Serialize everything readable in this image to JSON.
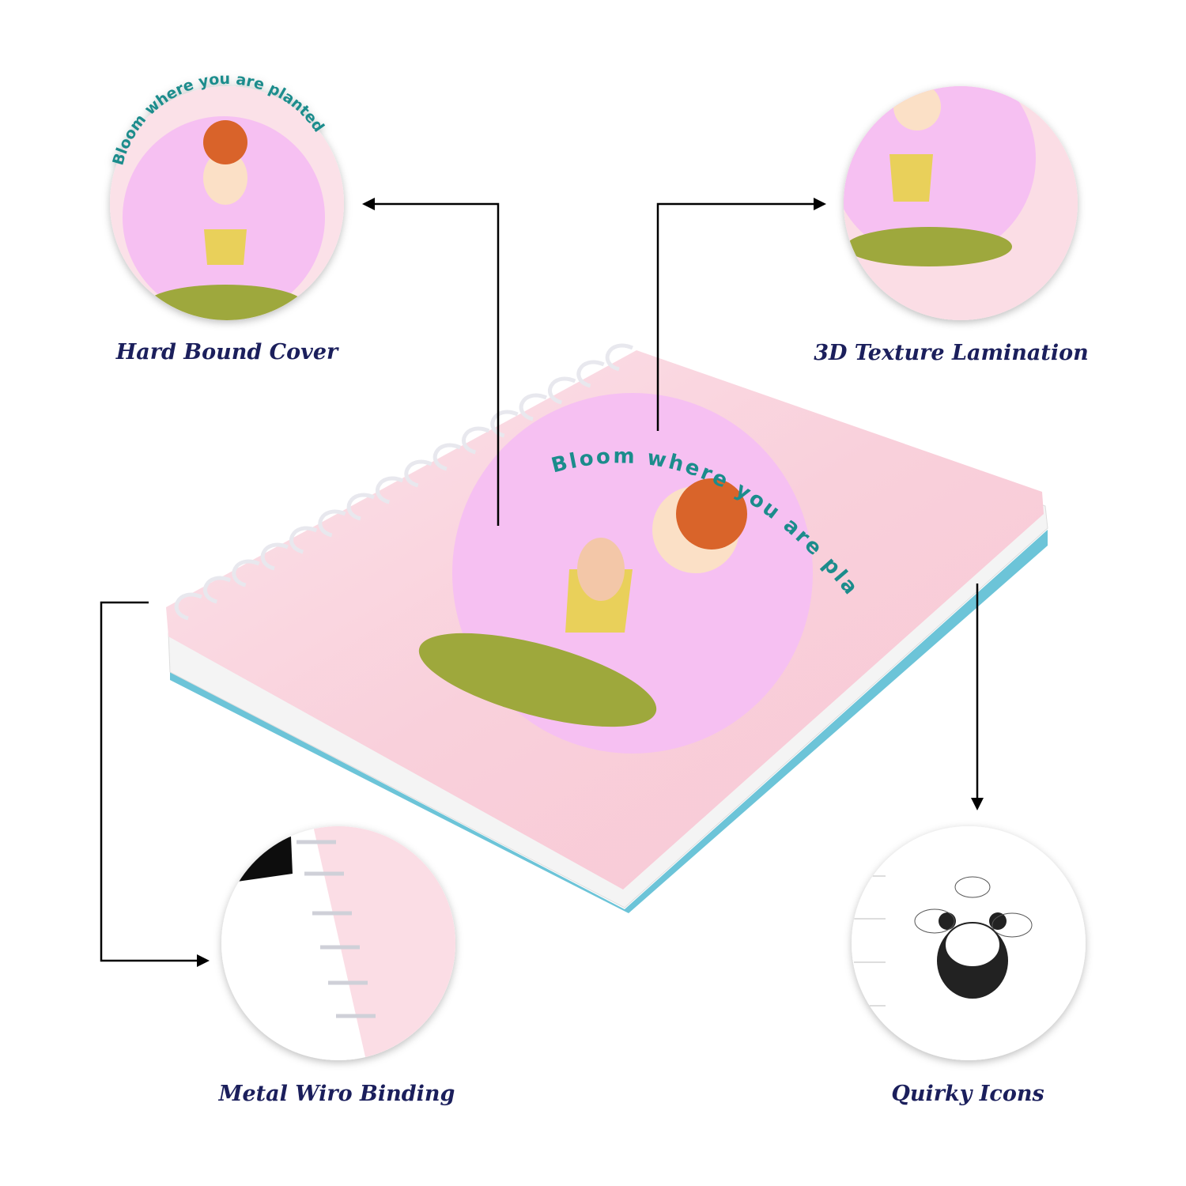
{
  "cover_text": "Bloom where you are planted",
  "features": [
    {
      "label": "Hard Bound Cover"
    },
    {
      "label": "3D Texture Lamination"
    },
    {
      "label": "Metal Wiro Binding"
    },
    {
      "label": "Quirky Icons"
    }
  ],
  "colors": {
    "label": "#1b1f5c",
    "cover_pink": "#f9d3dc",
    "circle_purple": "#f6c0f2",
    "title_teal": "#1b8c8c",
    "edge_blue": "#6cc4d8"
  }
}
